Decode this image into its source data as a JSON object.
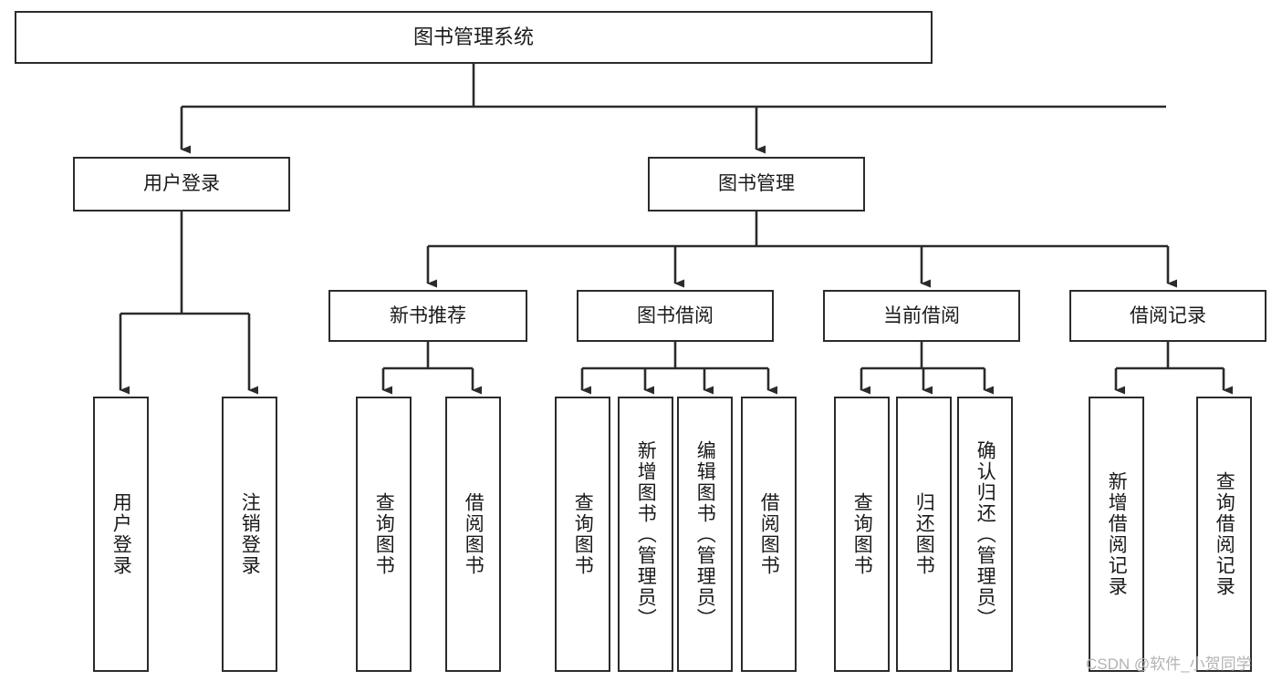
{
  "diagram": {
    "type": "hierarchy-tree",
    "title": "图书管理系统",
    "watermark": "CSDN @软件_小贺同学",
    "colors": {
      "box_border": "#2b2b2b",
      "box_fill": "#ffffff",
      "connector": "#2b2b2b",
      "text": "#1a1a1a",
      "watermark": "#b3b3b3",
      "background": "#ffffff"
    },
    "root": {
      "label": "图书管理系统"
    },
    "level2": [
      {
        "label": "用户登录"
      },
      {
        "label": "图书管理"
      }
    ],
    "level3": [
      {
        "label": "新书推荐"
      },
      {
        "label": "图书借阅"
      },
      {
        "label": "当前借阅"
      },
      {
        "label": "借阅记录"
      }
    ],
    "leaves": {
      "user_login": [
        {
          "label": "用户登录"
        },
        {
          "label": "注销登录"
        }
      ],
      "new_book_recommend": [
        {
          "label": "查询图书"
        },
        {
          "label": "借阅图书"
        }
      ],
      "book_borrow": [
        {
          "label": "查询图书"
        },
        {
          "label": "新增图书（管理员）"
        },
        {
          "label": "编辑图书（管理员）"
        },
        {
          "label": "借阅图书"
        }
      ],
      "current_borrow": [
        {
          "label": "查询图书"
        },
        {
          "label": "归还图书"
        },
        {
          "label": "确认归还（管理员）"
        }
      ],
      "borrow_record": [
        {
          "label": "新增借阅记录"
        },
        {
          "label": "查询借阅记录"
        }
      ]
    }
  }
}
